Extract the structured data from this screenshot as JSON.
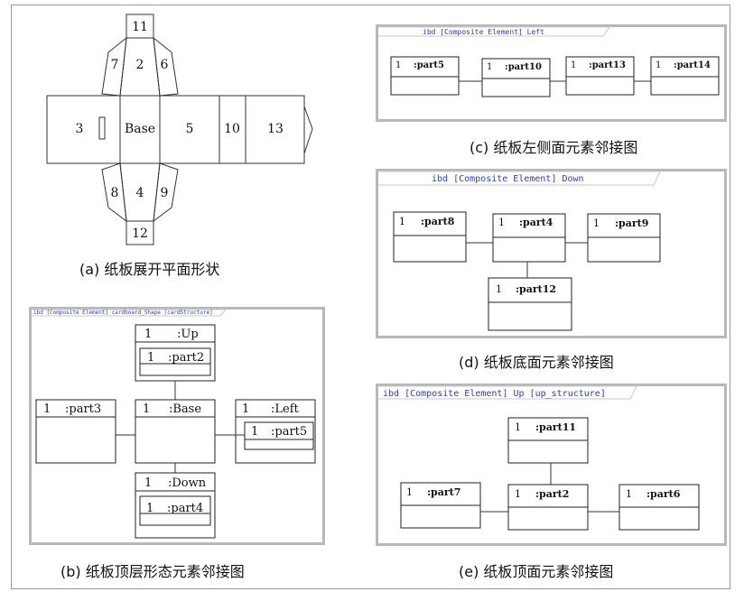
{
  "net": {
    "faces": {
      "top": "11",
      "upper_left": "7",
      "upper_center": "2",
      "upper_right": "6",
      "left": "3",
      "center": "Base",
      "right": "5",
      "right2": "10",
      "right3": "13",
      "lower_left": "8",
      "lower_center": "4",
      "lower_right": "9",
      "bottom": "12"
    },
    "caption": "(a) 纸板展开平面形状"
  },
  "diagram_b": {
    "header": "ibd [Composite Element] cardboard_Shape [cardStructure]",
    "caption": "(b) 纸板顶层形态元素邻接图",
    "blocks": {
      "up": {
        "mult": "1",
        "name": ":Up",
        "inner_mult": "1",
        "inner_name": ":part2"
      },
      "part3": {
        "mult": "1",
        "name": ":part3"
      },
      "base": {
        "mult": "1",
        "name": ":Base"
      },
      "left": {
        "mult": "1",
        "name": ":Left",
        "inner_mult": "1",
        "inner_name": ":part5"
      },
      "down": {
        "mult": "1",
        "name": ":Down",
        "inner_mult": "1",
        "inner_name": ":part4"
      }
    }
  },
  "diagram_c": {
    "header": "ibd [Composite Element] Left",
    "caption": "(c) 纸板左侧面元素邻接图",
    "blocks": [
      {
        "mult": "1",
        "name": ":part5"
      },
      {
        "mult": "1",
        "name": ":part10"
      },
      {
        "mult": "1",
        "name": ":part13"
      },
      {
        "mult": "1",
        "name": ":part14"
      }
    ]
  },
  "diagram_d": {
    "header": "ibd [Composite Element] Down",
    "caption": "(d) 纸板底面元素邻接图",
    "blocks": {
      "part8": {
        "mult": "1",
        "name": ":part8"
      },
      "part4": {
        "mult": "1",
        "name": ":part4"
      },
      "part9": {
        "mult": "1",
        "name": ":part9"
      },
      "part12": {
        "mult": "1",
        "name": ":part12"
      }
    }
  },
  "diagram_e": {
    "header": "ibd [Composite Element] Up [up_structure]",
    "caption": "(e) 纸板顶面元素邻接图",
    "blocks": {
      "part11": {
        "mult": "1",
        "name": ":part11"
      },
      "part7": {
        "mult": "1",
        "name": ":part7"
      },
      "part2": {
        "mult": "1",
        "name": ":part2"
      },
      "part6": {
        "mult": "1",
        "name": ":part6"
      }
    }
  },
  "colors": {
    "header_text": "#2a3cc8",
    "box_border": "#b8b8b8",
    "line": "#333333"
  }
}
